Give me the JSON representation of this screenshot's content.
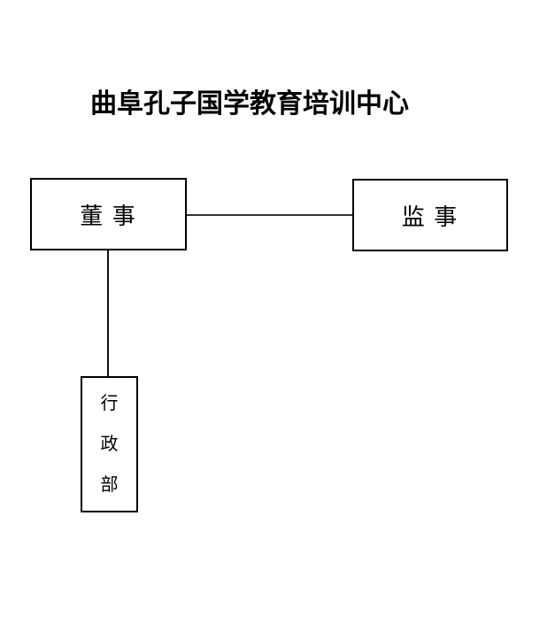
{
  "page": {
    "background_color": "#ffffff",
    "text_color": "#000000",
    "border_color": "#000000",
    "connector_color": "#333333"
  },
  "org_chart": {
    "title": "曲阜孔子国学教育培训中心",
    "nodes": {
      "director": {
        "label": "董 事"
      },
      "supervisor": {
        "label": "监 事"
      },
      "admin_dept": {
        "label": "行政部",
        "chars": [
          "行",
          "政",
          "部"
        ],
        "orientation": "vertical"
      }
    },
    "edges": [
      {
        "from": "director",
        "to": "supervisor",
        "type": "horizontal"
      },
      {
        "from": "director",
        "to": "admin_dept",
        "type": "vertical"
      }
    ]
  }
}
